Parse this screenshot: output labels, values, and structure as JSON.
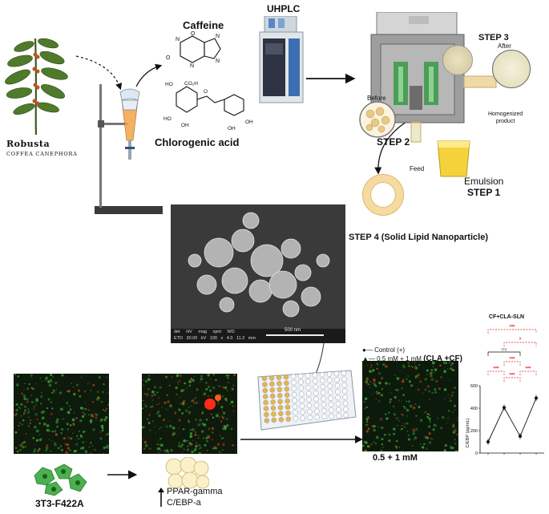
{
  "plant": {
    "name": "Robusta",
    "species": "Coffea canephora"
  },
  "molecules": {
    "caffeine": "Caffeine",
    "chlorogenic": "Chlorogenic acid"
  },
  "uhplc": {
    "label": "UHPLC"
  },
  "homogenizer": {
    "step3": "STEP 3",
    "after": "After",
    "before": "Before",
    "homogenized": [
      "Homogenized",
      "product"
    ],
    "step2": "STEP 2",
    "feed": "Feed",
    "emulsion": "Emulsion",
    "step1": "STEP 1"
  },
  "sem": {
    "step4": "STEP 4 (Solid Lipid Nanoparticle)",
    "info_row1": [
      "det",
      "HV",
      "mag",
      "spot",
      "WD"
    ],
    "info_row2": [
      "ETD",
      "30.00 kV",
      "100 x",
      "4.0",
      "11.2 mm"
    ],
    "scale": "500 nm"
  },
  "cells": {
    "cell_line": "3T3-F422A",
    "markers": [
      "PPAR-gamma",
      "C/EBP-a"
    ],
    "dose_label": "0.5 + 1 mM"
  },
  "legend": {
    "control": "Control (+)",
    "treatment": "0.5 mM + 1 mM",
    "treatment_tag": "(CLA +CF)"
  },
  "colors": {
    "significance": "#e02020",
    "leaf": "#4f7a2b",
    "cell": "#4caf50",
    "plate": "#e8b54a"
  },
  "chart_data": {
    "type": "line",
    "title": "CF+CLA-SLN",
    "ylabel": "C/EBP (pg/mL)",
    "ylim": [
      0,
      600
    ],
    "yticks": [
      0,
      200,
      400,
      600
    ],
    "x": [
      1,
      2,
      3,
      4
    ],
    "values": [
      100,
      405,
      150,
      490
    ],
    "significance": [
      "***",
      "*",
      "ns",
      "***",
      "***",
      "***",
      "***"
    ]
  }
}
